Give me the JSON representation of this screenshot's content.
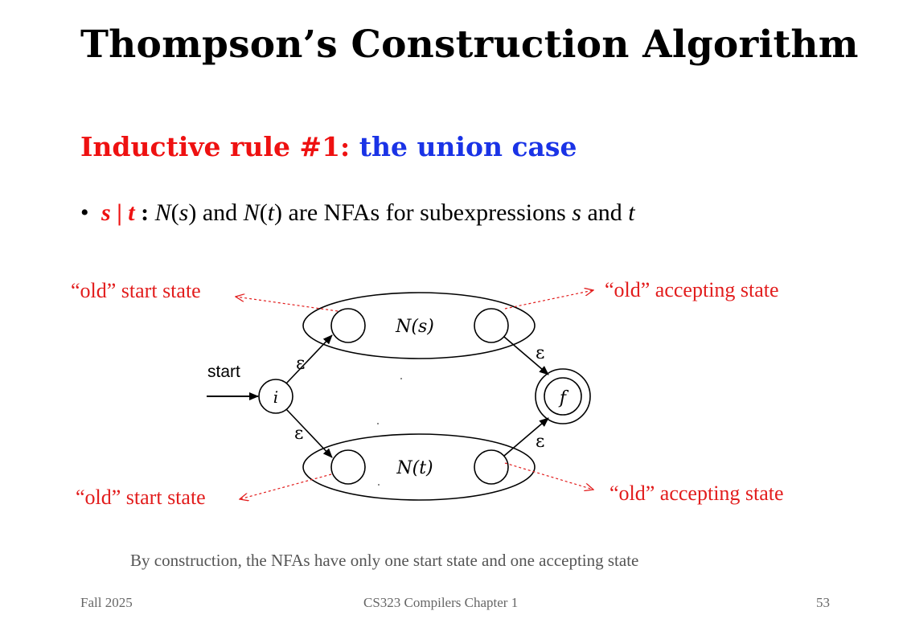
{
  "slide": {
    "title": "Thompson’s Construction Algorithm",
    "subtitle_red": "Inductive rule #1: ",
    "subtitle_blue": "the union case",
    "bullet": {
      "marker": "•",
      "s": "s",
      "bar": " | ",
      "t": "t",
      "colon": " : ",
      "N1": "N",
      "p1": "(",
      "s2": "s",
      "p2": ")",
      "and1": " and ",
      "N2": "N",
      "p3": "(",
      "t2": "t",
      "p4": ")",
      "rest": " are NFAs for subexpressions ",
      "s3": "s",
      "and2": " and ",
      "t3": "t"
    },
    "note": "By construction, the NFAs have only one start state and one accepting state",
    "footer": {
      "left": "Fall 2025",
      "center": "CS323 Compilers Chapter 1",
      "right": "53"
    }
  },
  "diagram": {
    "start_label": "start",
    "state_i": "i",
    "state_f": "f",
    "ns_label": "N(s)",
    "nt_label": "N(t)",
    "epsilon": "ε",
    "annotations": {
      "top_left": "“old” start state",
      "top_right": "“old” accepting state",
      "bottom_left": "“old” start state",
      "bottom_right": "“old” accepting state"
    },
    "annotation_color": "#e21d1d"
  }
}
